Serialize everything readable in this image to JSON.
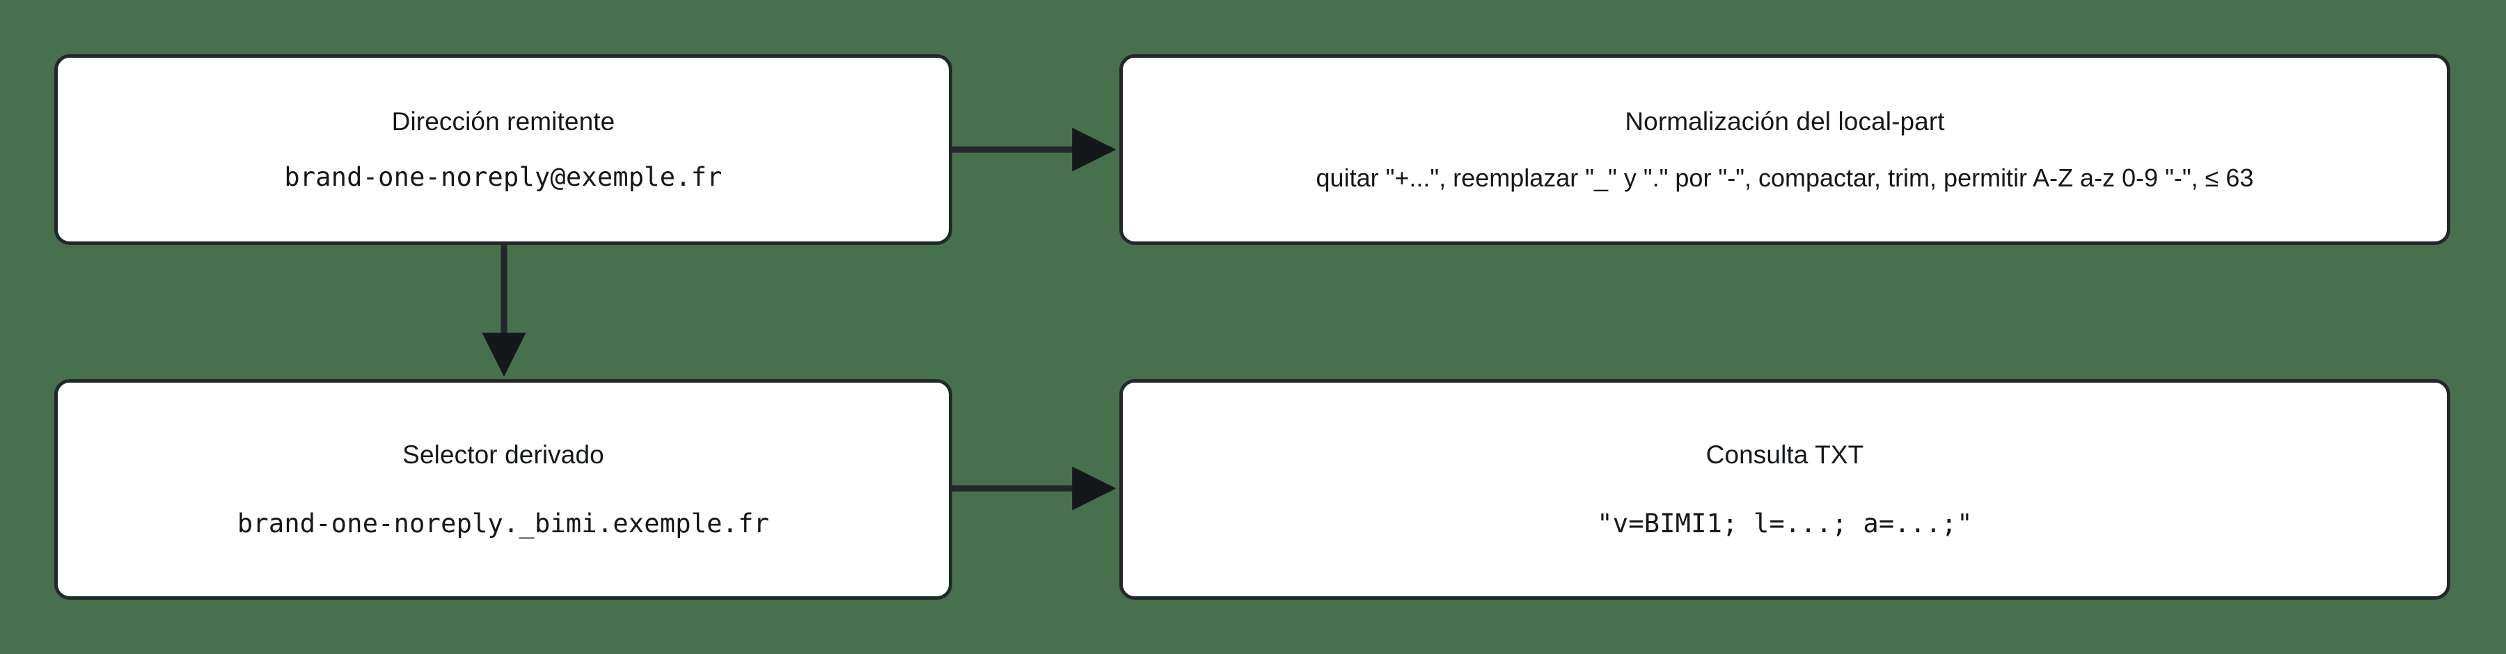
{
  "diagram": {
    "type": "flowchart",
    "direction": "left-to-right with vertical branch",
    "background_color": "#47704c",
    "node_fill_color": "#ffffff",
    "node_border_color": "#23272b",
    "edge_color": "#23272b",
    "text_color": "#14181b"
  },
  "nodes": {
    "sender": {
      "title": "Dirección remitente",
      "value": "brand-one-noreply@exemple.fr"
    },
    "normalize": {
      "title": "Normalización del local-part",
      "detail": "quitar \"+...\", reemplazar \"_\" y \".\" por \"-\", compactar, trim, permitir A-Z a-z 0-9 \"-\", ≤ 63"
    },
    "selector": {
      "title": "Selector derivado",
      "value": "brand-one-noreply._bimi.exemple.fr"
    },
    "txt_query": {
      "title": "Consulta TXT",
      "value": "\"v=BIMI1; l=...; a=...;\""
    }
  },
  "edges": [
    {
      "id": "sender-to-normalize",
      "from": "sender",
      "to": "normalize",
      "label": "",
      "style": "solid-arrow",
      "orientation": "horizontal"
    },
    {
      "id": "sender-to-selector",
      "from": "sender",
      "to": "selector",
      "label": "",
      "style": "solid-arrow",
      "orientation": "vertical"
    },
    {
      "id": "selector-to-txt-query",
      "from": "selector",
      "to": "txt_query",
      "label": "",
      "style": "solid-arrow",
      "orientation": "horizontal"
    }
  ]
}
